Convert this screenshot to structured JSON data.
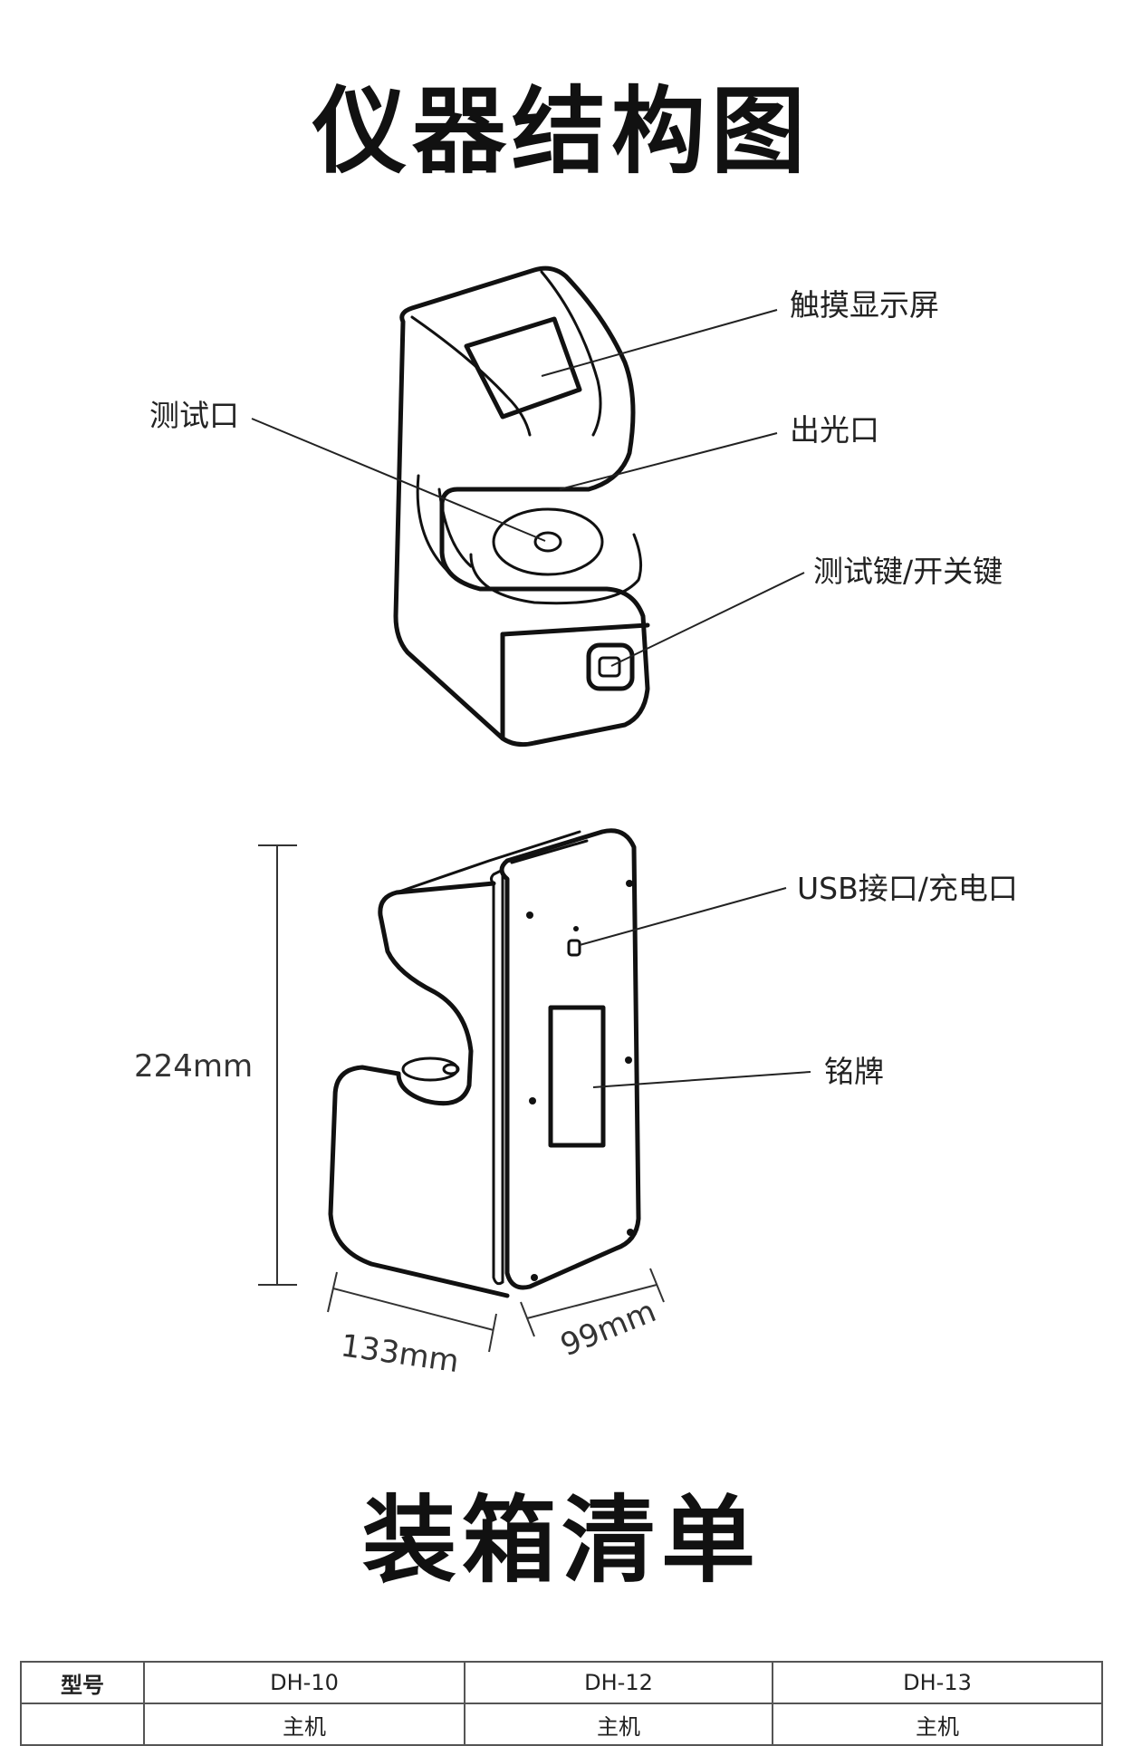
{
  "titles": {
    "structure": "仪器结构图",
    "packing": "装箱清单"
  },
  "callouts": {
    "touch_screen": "触摸显示屏",
    "test_port": "测试口",
    "light_outlet": "出光口",
    "test_power_key": "测试键/开关键",
    "usb_charge_port": "USB接口/充电口",
    "nameplate": "铭牌"
  },
  "dimensions": {
    "height": "224mm",
    "width": "133mm",
    "depth": "99mm"
  },
  "packing_table": {
    "headers": [
      "型号",
      "DH-10",
      "DH-12",
      "DH-13"
    ],
    "rows": [
      [
        "",
        "主机",
        "主机",
        "主机"
      ]
    ]
  }
}
